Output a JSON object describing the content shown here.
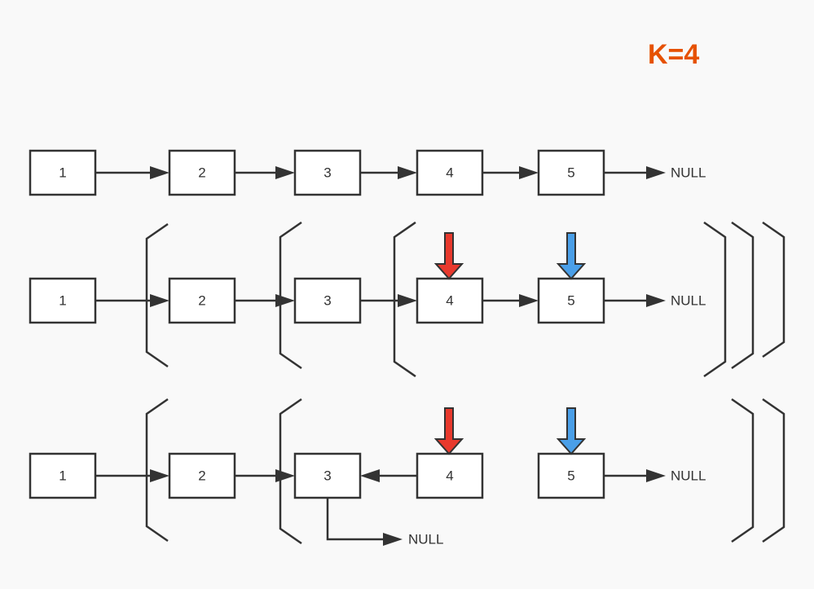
{
  "title": "K=4",
  "null_label": "NULL",
  "colors": {
    "red_pointer": "#e8392d",
    "blue_pointer": "#4a9fe8",
    "title": "#e65100",
    "stroke": "#333333"
  },
  "rows": [
    {
      "nodes": [
        "1",
        "2",
        "3",
        "4",
        "5"
      ]
    },
    {
      "nodes": [
        "1",
        "2",
        "3",
        "4",
        "5"
      ]
    },
    {
      "nodes": [
        "1",
        "2",
        "3",
        "4",
        "5"
      ]
    }
  ]
}
